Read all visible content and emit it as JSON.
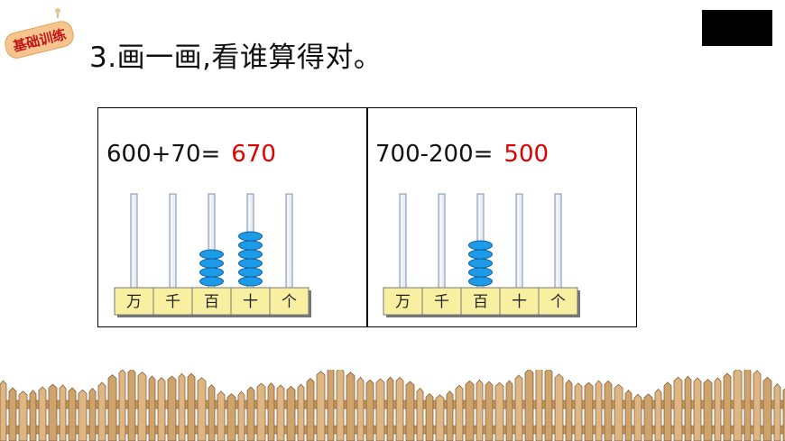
{
  "badge": {
    "text": "基础训练"
  },
  "title": "3.画一画,看谁算得对。",
  "problems": [
    {
      "expression": "600+70=",
      "answer": "670",
      "beads": [
        0,
        0,
        4,
        6,
        0
      ]
    },
    {
      "expression": "700-200=",
      "answer": "500",
      "beads": [
        0,
        0,
        5,
        0,
        0
      ]
    }
  ],
  "place_labels": [
    "万",
    "千",
    "百",
    "十",
    "个"
  ],
  "colors": {
    "answer": "#e00000",
    "bead": "#1e9be6",
    "label_bg": "#f8f0a0"
  }
}
